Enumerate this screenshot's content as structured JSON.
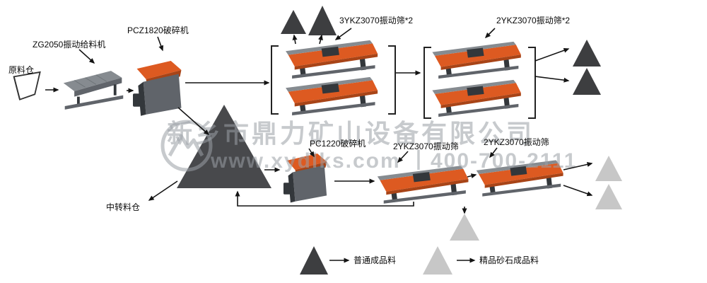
{
  "nodes": {
    "raw_bin_label": "原料仓",
    "feeder_label": "ZG2050振动给料机",
    "primary_crusher_label": "PCZ1820破碎机",
    "screen_group1_label": "3YKZ3070振动筛*2",
    "screen_group2_label": "2YKZ3070振动筛*2",
    "transfer_bin_label": "中转料仓",
    "secondary_crusher_label": "PC1220破碎机",
    "screen3_label": "2YKZ3070振动筛",
    "screen4_label": "2YKZ3070振动筛"
  },
  "legend": {
    "ordinary_label": "普通成品料",
    "premium_label": "精品砂石成品料"
  },
  "watermark": {
    "company": "新乡市鼎力矿山设备有限公司",
    "contact": "www.xydlks.com 丨400-700-2111"
  },
  "colors": {
    "screen_orange": "#dd5a21",
    "screen_shadow": "#a84417",
    "machine_gray": "#60646a",
    "frame_gray": "#868b90",
    "dark_metal": "#33373b",
    "dark_fill": "#3d3e40",
    "big_fill": "#48494c",
    "light_fill": "#c7c7c7",
    "line": "#141414",
    "watermark": "#9aa0a6"
  }
}
